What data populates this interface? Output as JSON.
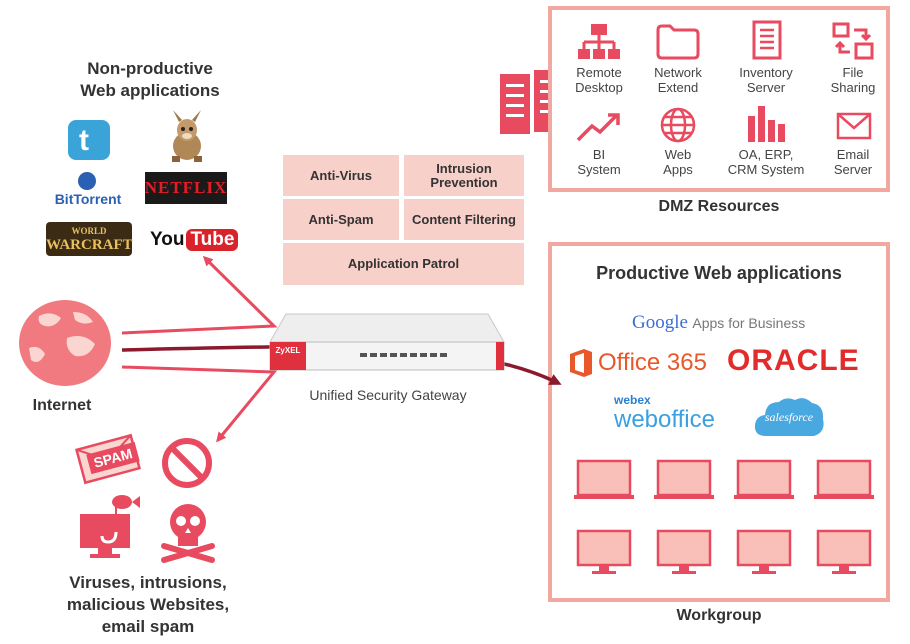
{
  "nonproductive": {
    "title_line1": "Non-productive",
    "title_line2": "Web applications",
    "logos": {
      "bittorrent": "BitTorrent",
      "netflix": "NETFLIX",
      "warcraft_line1": "WORLD",
      "warcraft_line2": "WARCRAFT",
      "youtube_you": "You",
      "youtube_tube": "Tube"
    }
  },
  "features": {
    "antivirus": "Anti-Virus",
    "intrusion": "Intrusion Prevention",
    "antispam": "Anti-Spam",
    "content": "Content Filtering",
    "apppatrol": "Application Patrol"
  },
  "internet": "Internet",
  "gateway": {
    "label": "Unified Security Gateway",
    "brand": "ZyXEL"
  },
  "threats": {
    "spam_text": "SPAM",
    "line1": "Viruses, intrusions,",
    "line2": "malicious Websites,",
    "line3": "email spam"
  },
  "dmz": {
    "title": "DMZ Resources",
    "items": [
      {
        "line1": "Remote",
        "line2": "Desktop",
        "icon": "network-tree-icon"
      },
      {
        "line1": "Network",
        "line2": "Extend",
        "icon": "folder-icon"
      },
      {
        "line1": "Inventory",
        "line2": "Server",
        "icon": "document-icon"
      },
      {
        "line1": "File",
        "line2": "Sharing",
        "icon": "file-sharing-icon"
      },
      {
        "line1": "BI",
        "line2": "System",
        "icon": "trend-chart-icon"
      },
      {
        "line1": "Web",
        "line2": "Apps",
        "icon": "globe-icon"
      },
      {
        "line1": "OA, ERP,",
        "line2": "CRM System",
        "icon": "bar-chart-icon"
      },
      {
        "line1": "Email",
        "line2": "Server",
        "icon": "envelope-icon"
      }
    ]
  },
  "productive": {
    "title": "Productive Web applications",
    "google": "Google",
    "google_suffix": "Apps for Business",
    "office": "Office 365",
    "oracle": "ORACLE",
    "webex": "webex",
    "weboffice": "weboffice",
    "salesforce": "salesforce"
  },
  "workgroup": "Workgroup",
  "colors": {
    "accent": "#e84a5f",
    "light": "#f8d0ca",
    "frame": "#f0a8a0",
    "dark_arrow": "#8b1a2e"
  }
}
